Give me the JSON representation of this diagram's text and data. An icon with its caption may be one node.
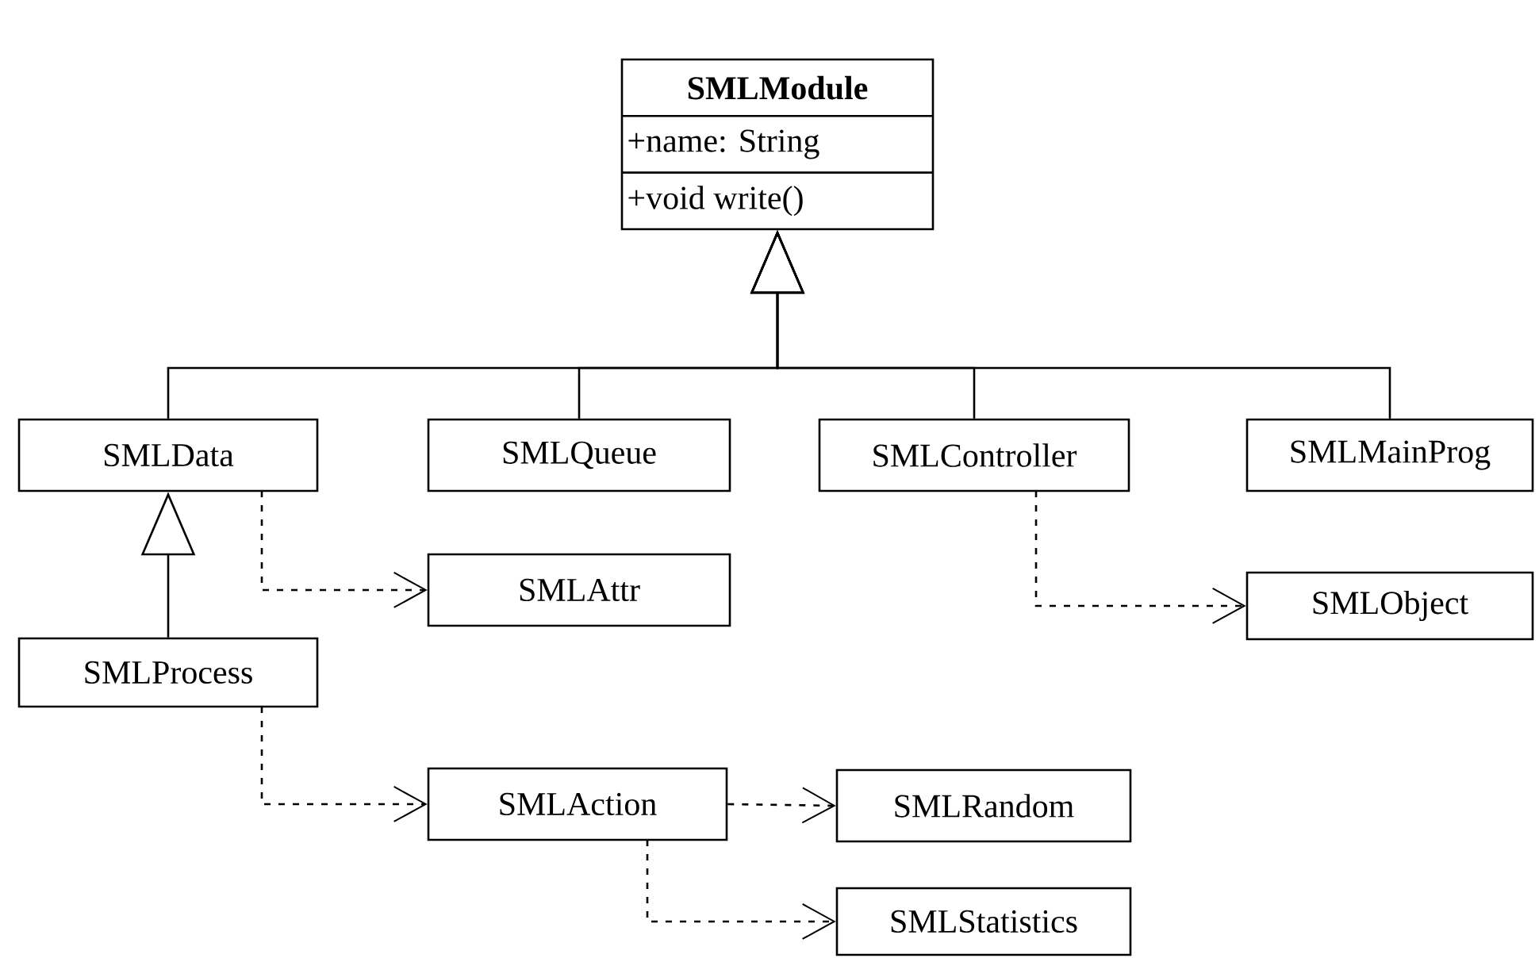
{
  "diagram": {
    "nodes": [
      {
        "text": [
          "SMLModule",
          "+name: String",
          "+void write()"
        ]
      },
      {
        "text": [
          "SMLData"
        ]
      },
      {
        "text": [
          "SMLQueue"
        ]
      },
      {
        "text": [
          "SMLController"
        ]
      },
      {
        "text": [
          "SMLMainProg"
        ]
      },
      {
        "text": [
          "SMLAttr"
        ]
      },
      {
        "text": [
          "SMLObject"
        ]
      },
      {
        "text": [
          "SMLProcess"
        ]
      },
      {
        "text": [
          "SMLAction"
        ]
      },
      {
        "text": [
          "SMLRandom"
        ]
      },
      {
        "text": [
          "SMLStatistics"
        ]
      }
    ],
    "edges": [
      {
        "from": 1,
        "to": 0,
        "arrow": "to"
      },
      {
        "from": 2,
        "to": 0,
        "arrow": "to"
      },
      {
        "from": 3,
        "to": 0,
        "arrow": "to"
      },
      {
        "from": 4,
        "to": 0,
        "arrow": "to"
      },
      {
        "from": 7,
        "to": 1,
        "arrow": "to"
      },
      {
        "from": 1,
        "to": 5,
        "arrow": "to",
        "style": "dashed"
      },
      {
        "from": 3,
        "to": 6,
        "arrow": "to",
        "style": "dashed"
      },
      {
        "from": 7,
        "to": 8,
        "arrow": "to",
        "style": "dashed"
      },
      {
        "from": 8,
        "to": 9,
        "arrow": "to",
        "style": "dashed"
      },
      {
        "from": 8,
        "to": 10,
        "arrow": "to",
        "style": "dashed"
      }
    ]
  }
}
